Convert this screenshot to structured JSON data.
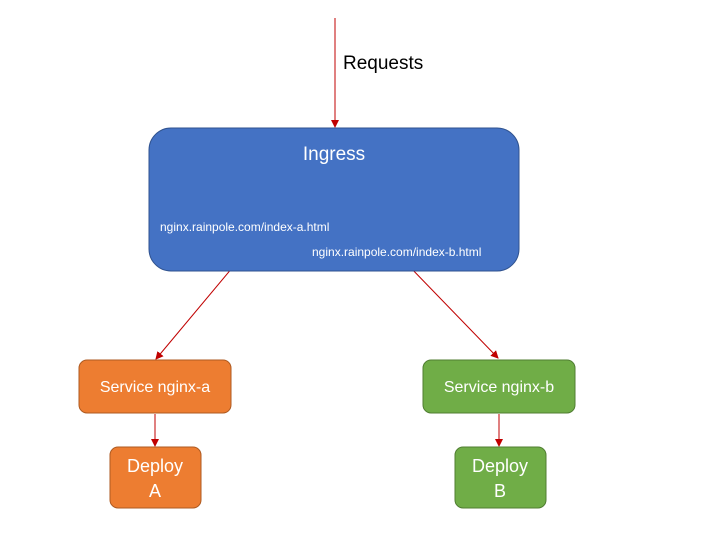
{
  "diagram": {
    "requests_label": "Requests",
    "ingress": {
      "title": "Ingress",
      "route_a": "nginx.rainpole.com/index-a.html",
      "route_b": "nginx.rainpole.com/index-b.html",
      "fill": "#4472C4",
      "stroke": "#2F528F"
    },
    "service_a": {
      "label": "Service nginx-a",
      "fill": "#ED7D31",
      "stroke": "#AE5A21"
    },
    "service_b": {
      "label": "Service nginx-b",
      "fill": "#70AD47",
      "stroke": "#507E32"
    },
    "deploy_a": {
      "line1": "Deploy",
      "line2": "A",
      "fill": "#ED7D31",
      "stroke": "#AE5A21"
    },
    "deploy_b": {
      "line1": "Deploy",
      "line2": "B",
      "fill": "#70AD47",
      "stroke": "#507E32"
    },
    "arrow_color": "#C00000"
  }
}
